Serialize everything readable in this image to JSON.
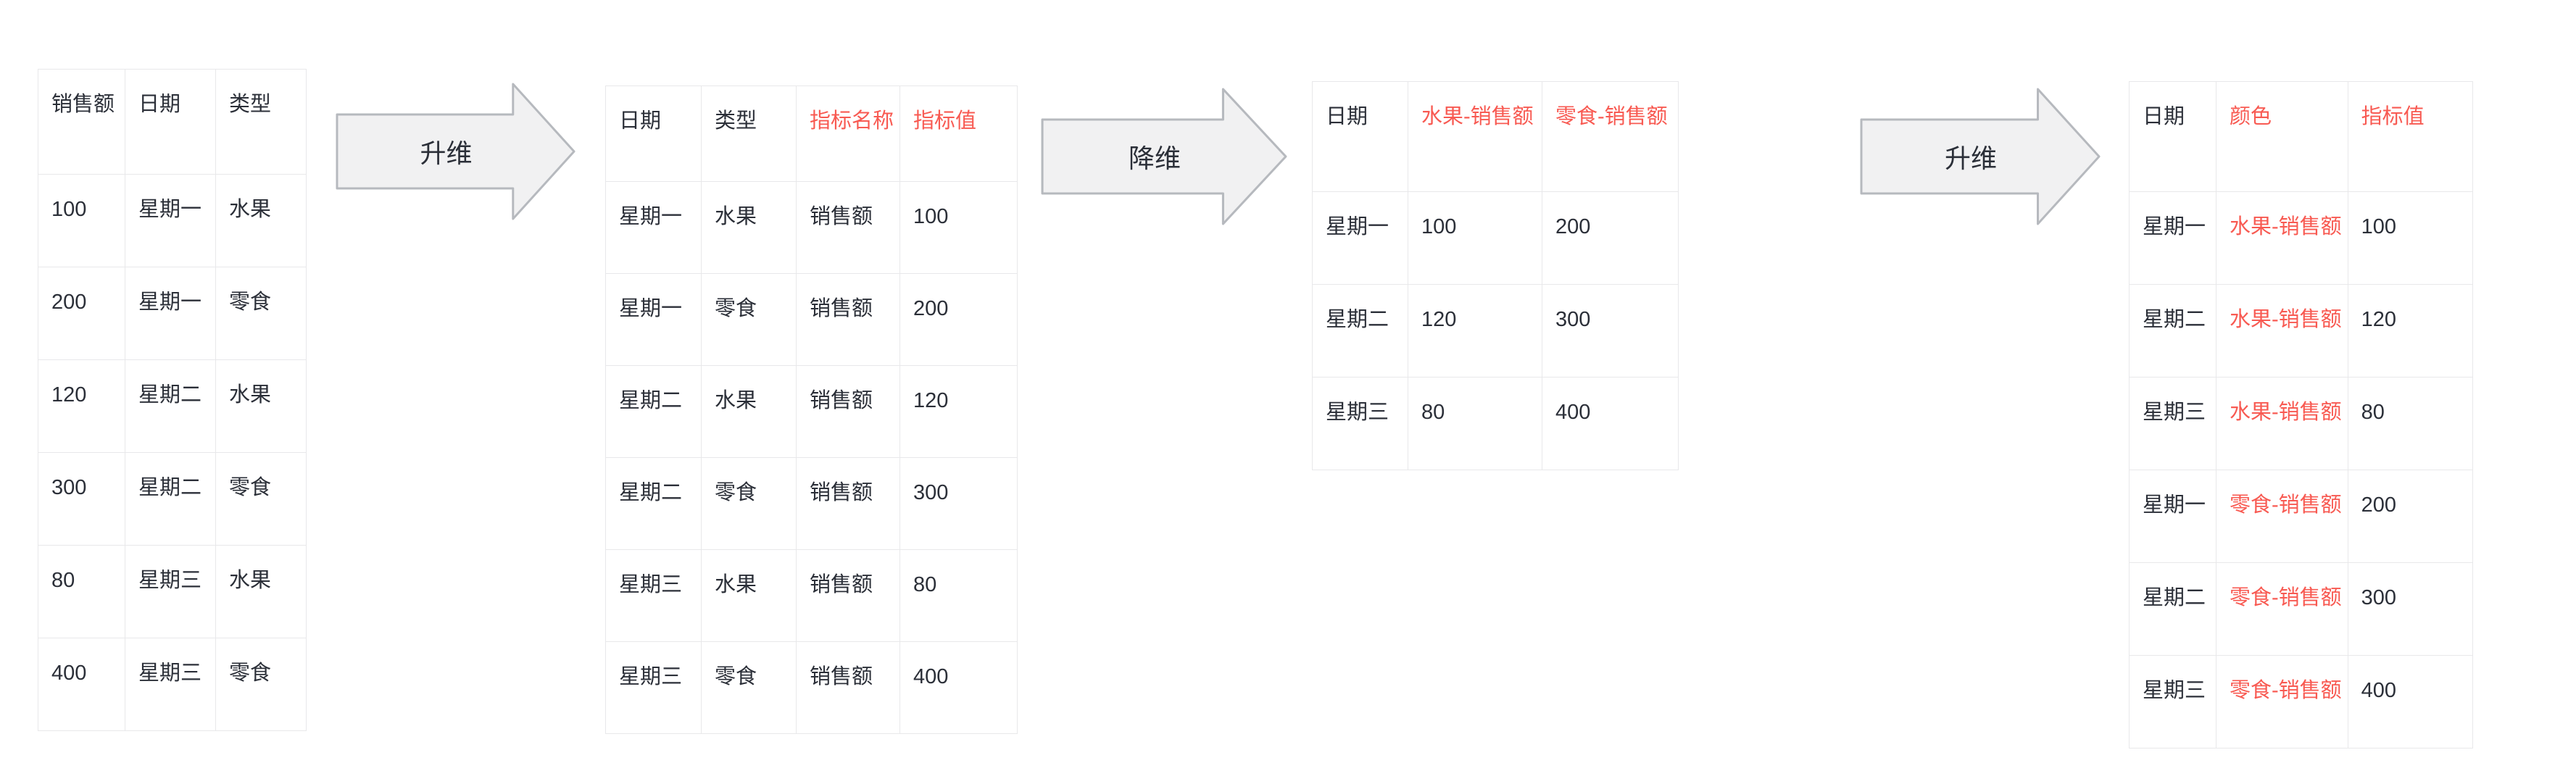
{
  "colors": {
    "accent_red": "#f85a52",
    "text_dark": "#2b2f38",
    "table_border": "#e8e8ea",
    "arrow_fill": "#f1f1f2",
    "arrow_border": "#b6b9be",
    "background": "#ffffff"
  },
  "tables": {
    "t1": {
      "headers": [
        "销售额",
        "日期",
        "类型"
      ],
      "rows": [
        [
          "100",
          "星期一",
          "水果"
        ],
        [
          "200",
          "星期一",
          "零食"
        ],
        [
          "120",
          "星期二",
          "水果"
        ],
        [
          "300",
          "星期二",
          "零食"
        ],
        [
          "80",
          "星期三",
          "水果"
        ],
        [
          "400",
          "星期三",
          "零食"
        ]
      ]
    },
    "t2": {
      "headers": [
        "日期",
        "类型",
        "指标名称",
        "指标值"
      ],
      "rows": [
        [
          "星期一",
          "水果",
          "销售额",
          "100"
        ],
        [
          "星期一",
          "零食",
          "销售额",
          "200"
        ],
        [
          "星期二",
          "水果",
          "销售额",
          "120"
        ],
        [
          "星期二",
          "零食",
          "销售额",
          "300"
        ],
        [
          "星期三",
          "水果",
          "销售额",
          "80"
        ],
        [
          "星期三",
          "零食",
          "销售额",
          "400"
        ]
      ]
    },
    "t3": {
      "headers": [
        "日期",
        "水果-销售额",
        "零食-销售额"
      ],
      "rows": [
        [
          "星期一",
          "100",
          "200"
        ],
        [
          "星期二",
          "120",
          "300"
        ],
        [
          "星期三",
          "80",
          "400"
        ]
      ]
    },
    "t4": {
      "headers": [
        "日期",
        "颜色",
        "指标值"
      ],
      "rows": [
        [
          "星期一",
          "水果-销售额",
          "100"
        ],
        [
          "星期二",
          "水果-销售额",
          "120"
        ],
        [
          "星期三",
          "水果-销售额",
          "80"
        ],
        [
          "星期一",
          "零食-销售额",
          "200"
        ],
        [
          "星期二",
          "零食-销售额",
          "300"
        ],
        [
          "星期三",
          "零食-销售额",
          "400"
        ]
      ]
    }
  },
  "arrows": [
    {
      "label": "升维"
    },
    {
      "label": "降维"
    },
    {
      "label": "升维"
    }
  ]
}
